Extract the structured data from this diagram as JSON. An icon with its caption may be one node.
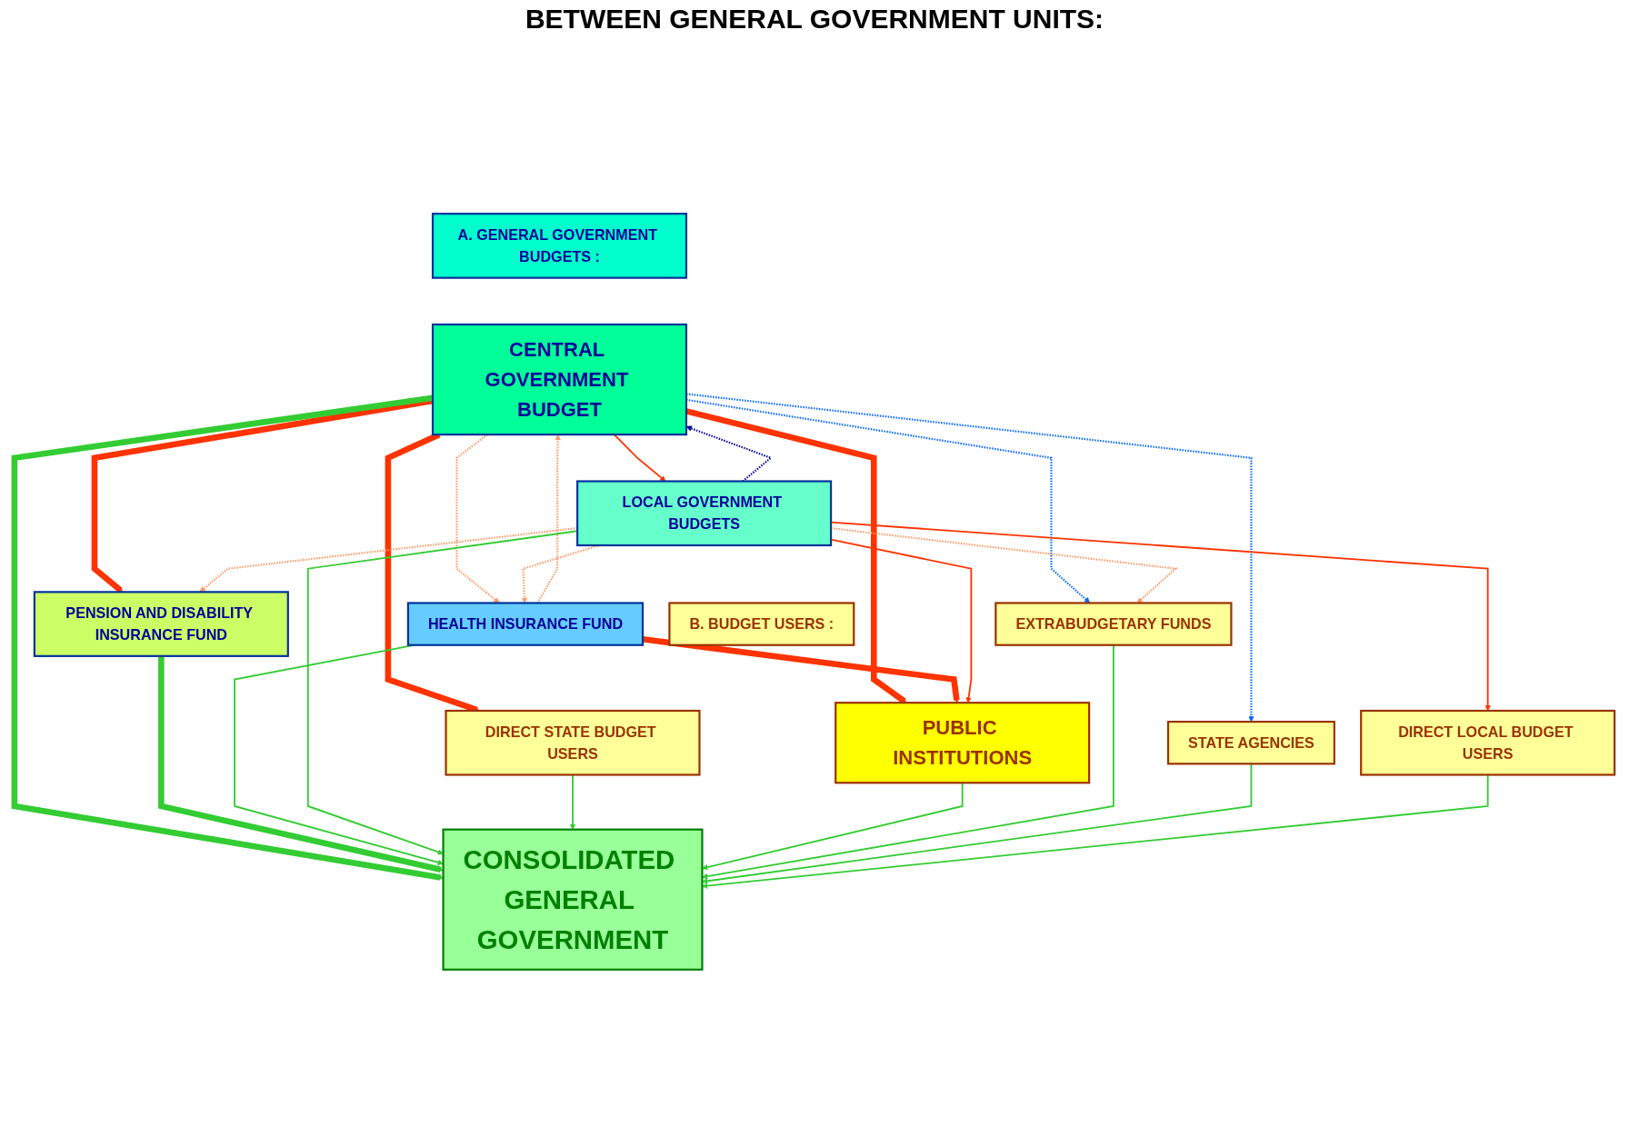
{
  "diagram": {
    "title": "BETWEEN GENERAL GOVERNMENT UNITS:",
    "nodes": [
      {
        "text": [
          "A. GENERAL GOVERNMENT BUDGETS :"
        ]
      },
      {
        "text": [
          "CENTRAL GOVERNMENT BUDGET"
        ]
      },
      {
        "text": [
          "PENSION AND DISABILITY INSURANCE FUND"
        ]
      },
      {
        "text": [
          "HEALTH INSURANCE FUND"
        ]
      },
      {
        "text": [
          "LOCAL GOVERNMENT BUDGETS"
        ]
      },
      {
        "text": [
          "B. BUDGET USERS :"
        ]
      },
      {
        "text": [
          "DIRECT STATE BUDGET USERS"
        ]
      },
      {
        "text": [
          "PUBLIC INSTITUTIONS"
        ]
      },
      {
        "text": [
          "EXTRABUDGETARY FUNDS"
        ]
      },
      {
        "text": [
          "STATE AGENCIES"
        ]
      },
      {
        "text": [
          "DIRECT LOCAL BUDGET USERS"
        ]
      },
      {
        "text": [
          "CONSOLIDATED GENERAL GOVERNMENT"
        ]
      }
    ],
    "edges": [
      {
        "from": 1,
        "to": 6,
        "arrow": "to",
        "style": "thick",
        "color": "#ff3300"
      },
      {
        "from": 1,
        "to": 7,
        "arrow": "to",
        "style": "thick",
        "color": "#ff3300"
      },
      {
        "from": 1,
        "to": 2,
        "arrow": "to",
        "style": "thick",
        "color": "#ff3300"
      },
      {
        "from": 1,
        "to": 4,
        "arrow": "to",
        "color": "#ff3300"
      },
      {
        "from": 1,
        "to": 8,
        "arrow": "to",
        "style": "dashed",
        "color": "#0066ff"
      },
      {
        "from": 1,
        "to": 9,
        "arrow": "to",
        "style": "dashed",
        "color": "#0066ff"
      },
      {
        "from": 3,
        "to": 1,
        "arrow": "to",
        "style": "dashed",
        "color": "#ff9966"
      },
      {
        "from": 1,
        "to": 3,
        "arrow": "to",
        "style": "dashed",
        "color": "#ff9966"
      },
      {
        "from": 4,
        "to": 1,
        "arrow": "to",
        "style": "dashed",
        "color": "#000099"
      },
      {
        "from": 4,
        "to": 2,
        "arrow": "to",
        "style": "dashed",
        "color": "#ff9966"
      },
      {
        "from": 4,
        "to": 3,
        "arrow": "to",
        "style": "dashed",
        "color": "#ff9966"
      },
      {
        "from": 3,
        "to": 7,
        "arrow": "to",
        "style": "thick",
        "color": "#ff3300"
      },
      {
        "from": 4,
        "to": 7,
        "arrow": "to",
        "color": "#ff3300"
      },
      {
        "from": 4,
        "to": 10,
        "arrow": "to",
        "color": "#ff3300"
      },
      {
        "from": 4,
        "to": 8,
        "arrow": "to",
        "style": "dashed",
        "color": "#ff9966"
      },
      {
        "from": 1,
        "to": 11,
        "arrow": "to",
        "style": "thick"
      },
      {
        "from": 2,
        "to": 11,
        "arrow": "to",
        "style": "thick"
      },
      {
        "from": 3,
        "to": 11,
        "arrow": "to"
      },
      {
        "from": 4,
        "to": 11,
        "arrow": "to"
      },
      {
        "from": 6,
        "to": 11,
        "arrow": "to"
      },
      {
        "from": 7,
        "to": 11,
        "arrow": "to"
      },
      {
        "from": 8,
        "to": 11,
        "arrow": "to"
      },
      {
        "from": 9,
        "to": 11,
        "arrow": "to"
      },
      {
        "from": 10,
        "to": 11,
        "arrow": "to"
      }
    ]
  }
}
